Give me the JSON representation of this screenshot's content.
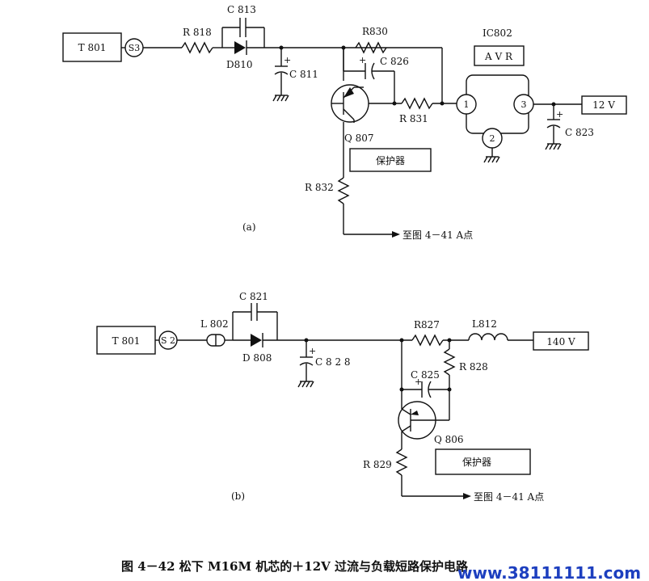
{
  "circuit_a": {
    "source": "T 801",
    "connector": "S3",
    "r818": "R 818",
    "c813": "C 813",
    "d810": "D810",
    "c811": "C 811",
    "r830": "R830",
    "c826": "C 826",
    "q807": "Q 807",
    "r831": "R 831",
    "r832": "R 832",
    "ic_name": "IC802",
    "ic_label": "A V R",
    "pin1": "1",
    "pin2": "2",
    "pin3": "3",
    "c823": "C 823",
    "output": "12 V",
    "protector": "保护器",
    "ref": "至图 4－41 A点",
    "tag": "(a)"
  },
  "circuit_b": {
    "source": "T 801",
    "connector": "S 2",
    "l802": "L 802",
    "c821": "C 821",
    "d808": "D 808",
    "c828": "C 8 2 8",
    "r827": "R827",
    "l812": "L812",
    "output": "140 V",
    "r828": "R 828",
    "c825": "C 825",
    "q806": "Q 806",
    "r829": "R 829",
    "protector": "保护器",
    "ref": "至图 4－41 A点",
    "tag": "(b)"
  },
  "caption": "图 4－42   松下 M16M 机芯的＋12V 过流与负载短路保护电路",
  "watermark": "www.38111111.com"
}
